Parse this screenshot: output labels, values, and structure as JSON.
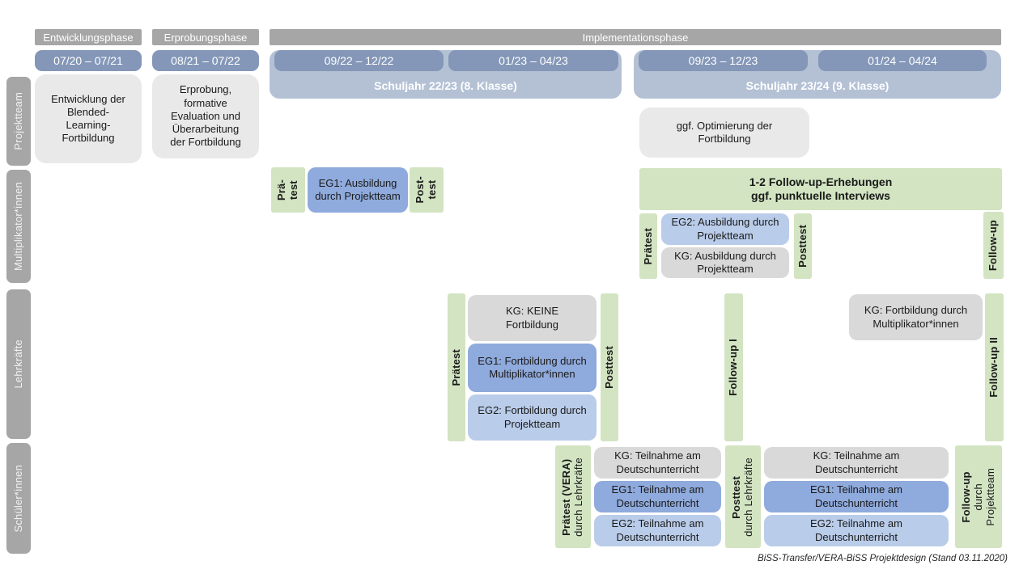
{
  "colors": {
    "phase_gray": "#a6a6a6",
    "period_blue": "#8497b8",
    "school_year_blue": "#b4c1d5",
    "projektteam_box_gray": "#e9e9e9",
    "kg_gray": "#d9d9d9",
    "eg1_blue": "#8faadc",
    "eg2_blue": "#b9cce9",
    "test_green": "#d2e4c1",
    "text_white": "#ffffff",
    "text_black": "#1a1a1a"
  },
  "header": {
    "phases": [
      {
        "label": "Entwicklungsphase"
      },
      {
        "label": "Erprobungsphase"
      },
      {
        "label": "Implementationsphase"
      }
    ],
    "periods": [
      {
        "label": "07/20 – 07/21"
      },
      {
        "label": "08/21 – 07/22"
      },
      {
        "label": "09/22 – 12/22"
      },
      {
        "label": "01/23 – 04/23"
      },
      {
        "label": "09/23 – 12/23"
      },
      {
        "label": "01/24 – 04/24"
      }
    ],
    "school_years": [
      {
        "label": "Schuljahr 22/23 (8. Klasse)"
      },
      {
        "label": "Schuljahr 23/24 (9. Klasse)"
      }
    ]
  },
  "sidebar": {
    "rows": [
      {
        "label": "Projektteam"
      },
      {
        "label": "Multiplikator*innen"
      },
      {
        "label": "Lehrkräfte"
      },
      {
        "label": "Schüler*innen"
      }
    ]
  },
  "projektteam": {
    "entwicklung": "Entwicklung der Blended-Learning-Fortbildung",
    "erprobung": "Erprobung, formative Evaluation und Überarbeitung der Fortbildung",
    "optimierung": "ggf. Optimierung der Fortbildung"
  },
  "multiplikatoren": {
    "praetest1_line1": "Prä-",
    "praetest1_line2": "test",
    "eg1": "EG1: Ausbildung durch Projektteam",
    "posttest1_line1": "Post-",
    "posttest1_line2": "test",
    "followup_box": "1-2 Follow-up-Erhebungen\nggf. punktuelle Interviews",
    "praetest2": "Prätest",
    "eg2": "EG2: Ausbildung durch Projektteam",
    "kg": "KG: Ausbildung durch Projektteam",
    "posttest2": "Posttest",
    "followup_bar": "Follow-up"
  },
  "lehrkraefte": {
    "praetest": "Prätest",
    "kg": "KG: KEINE Fortbildung",
    "eg1": "EG1: Fortbildung durch Multiplikator*innen",
    "eg2": "EG2: Fortbildung durch Projektteam",
    "posttest": "Posttest",
    "followup1": "Follow-up I",
    "kg2": "KG: Fortbildung durch Multiplikator*innen",
    "followup2": "Follow-up II"
  },
  "schueler": {
    "praetest_main": "Prätest (VERA)",
    "praetest_sub": "durch Lehrkräfte",
    "kg1": "KG: Teilnahme am Deutschunterricht",
    "eg1_1": "EG1: Teilnahme am Deutschunterricht",
    "eg2_1": "EG2: Teilnahme am Deutschunterricht",
    "posttest_main": "Posttest",
    "posttest_sub": "durch Lehrkräfte",
    "kg2": "KG: Teilnahme am Deutschunterricht",
    "eg1_2": "EG1: Teilnahme am Deutschunterricht",
    "eg2_2": "EG2: Teilnahme am Deutschunterricht",
    "followup_main": "Follow-up",
    "followup_sub1": "durch",
    "followup_sub2": "Projektteam"
  },
  "caption": "BiSS-Transfer/VERA-BiSS Projektdesign (Stand 03.11.2020)"
}
